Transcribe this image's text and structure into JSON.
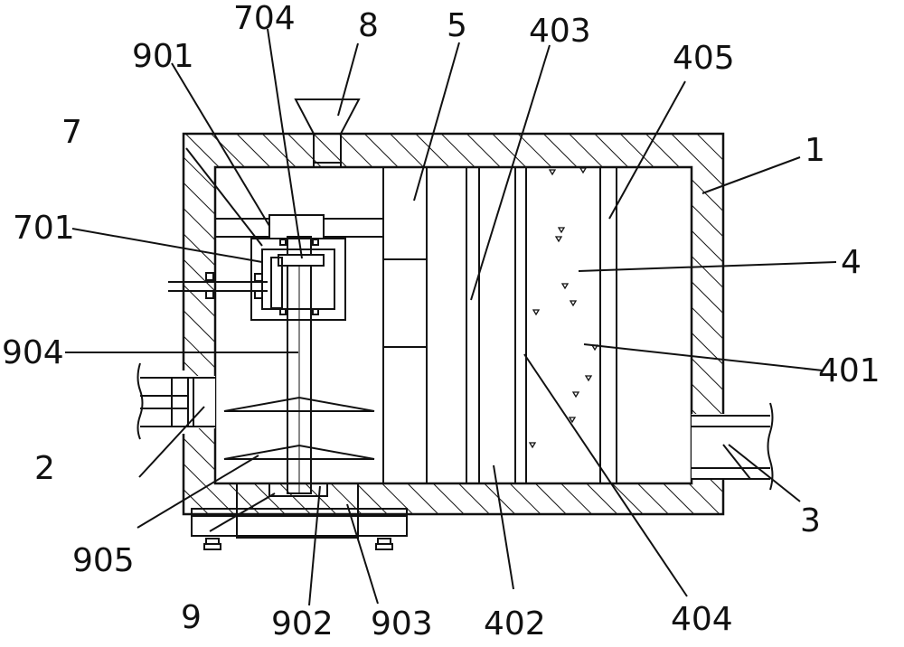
{
  "labels": {
    "l1": "1",
    "l2": "2",
    "l3": "3",
    "l4": "4",
    "l5": "5",
    "l7": "7",
    "l8": "8",
    "l9": "9",
    "l401": "401",
    "l402": "402",
    "l403": "403",
    "l404": "404",
    "l405": "405",
    "l701": "701",
    "l704": "704",
    "l901": "901",
    "l902": "902",
    "l903": "903",
    "l904": "904",
    "l905": "905"
  }
}
